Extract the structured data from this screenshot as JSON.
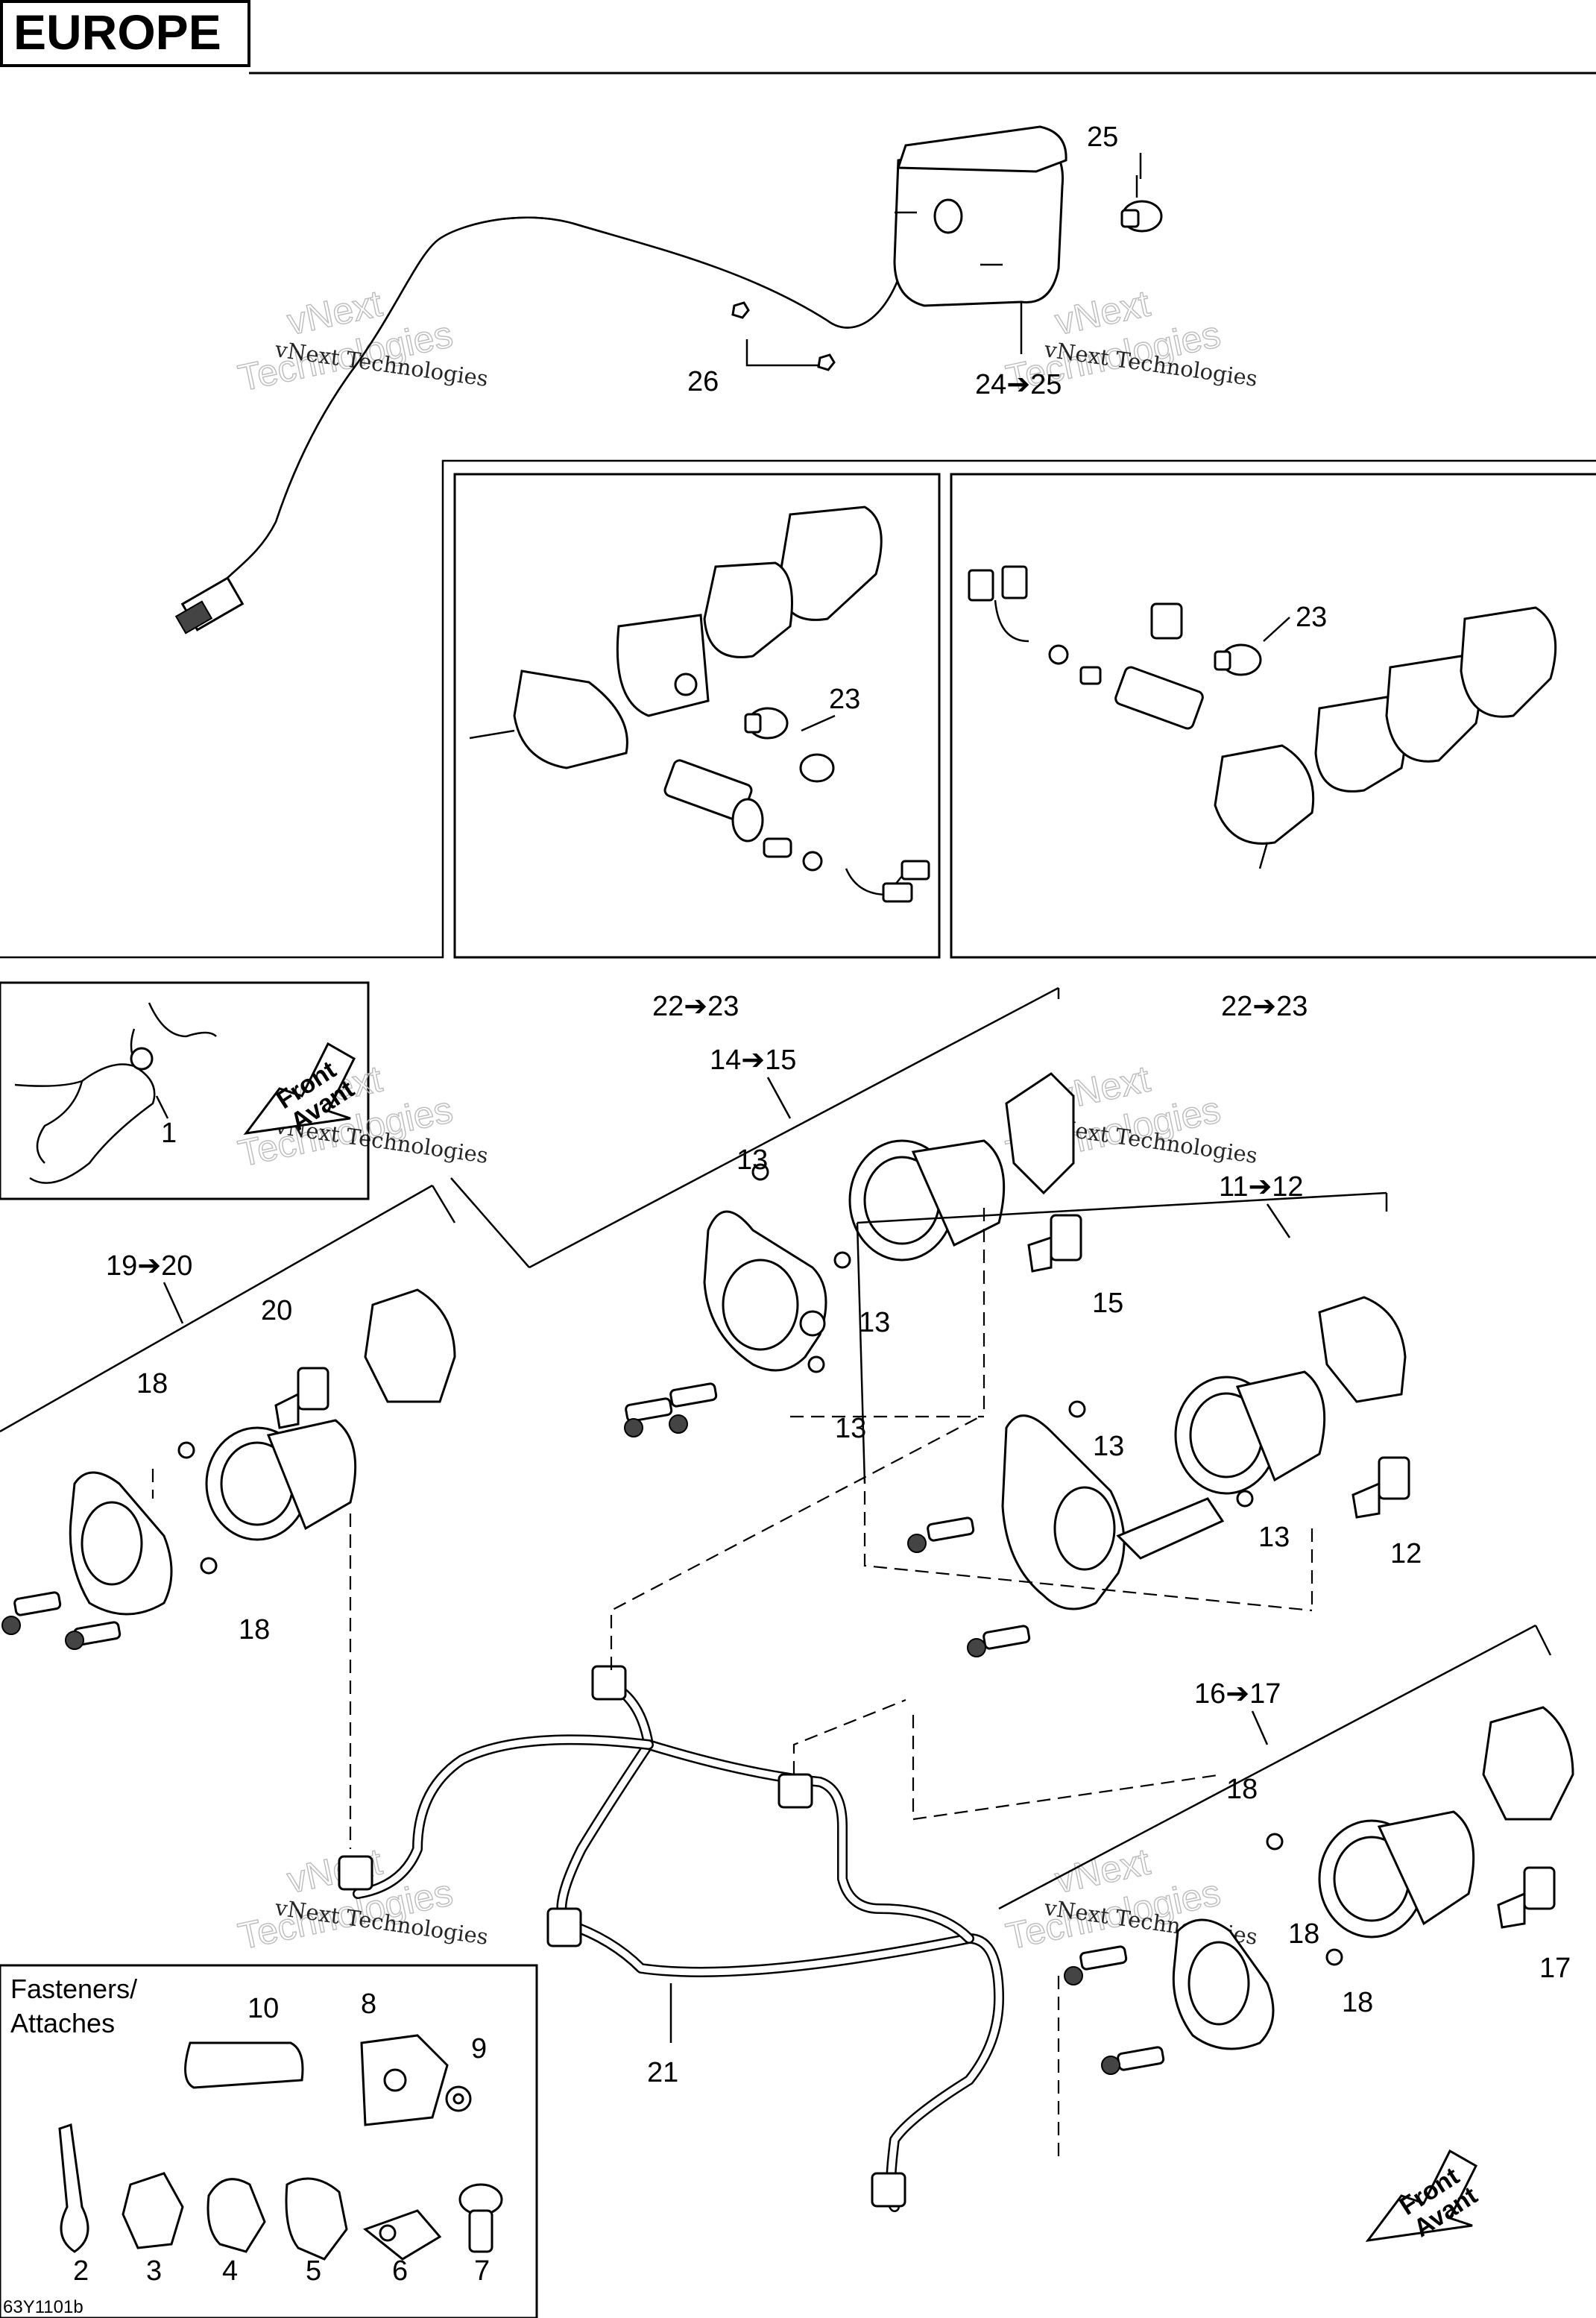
{
  "title": "EUROPE",
  "reference_code": "63Y1101b",
  "watermark": {
    "small": "vNext Technologies",
    "big_top": "vNext",
    "big_bottom": "Technologies"
  },
  "fasteners_label": [
    "Fasteners/",
    "Attaches"
  ],
  "front_label": [
    "Front",
    "Avant"
  ],
  "callouts": {
    "c25": "25",
    "c26": "26",
    "c24_25": "24➔25",
    "c23a": "23",
    "c23b": "23",
    "c22_23a": "22➔23",
    "c22_23b": "22➔23",
    "c1": "1",
    "c14_15": "14➔15",
    "c13a": "13",
    "c13b": "13",
    "c13c": "13",
    "c13d": "13",
    "c13e": "13",
    "c15": "15",
    "c11_12": "11➔12",
    "c12": "12",
    "c19_20": "19➔20",
    "c20": "20",
    "c18a": "18",
    "c18b": "18",
    "c18c": "18",
    "c18d": "18",
    "c18e": "18",
    "c16_17": "16➔17",
    "c17": "17",
    "c21": "21",
    "c10": "10",
    "c8": "8",
    "c9": "9",
    "c2": "2",
    "c3": "3",
    "c4": "4",
    "c5": "5",
    "c6": "6",
    "c7": "7"
  }
}
